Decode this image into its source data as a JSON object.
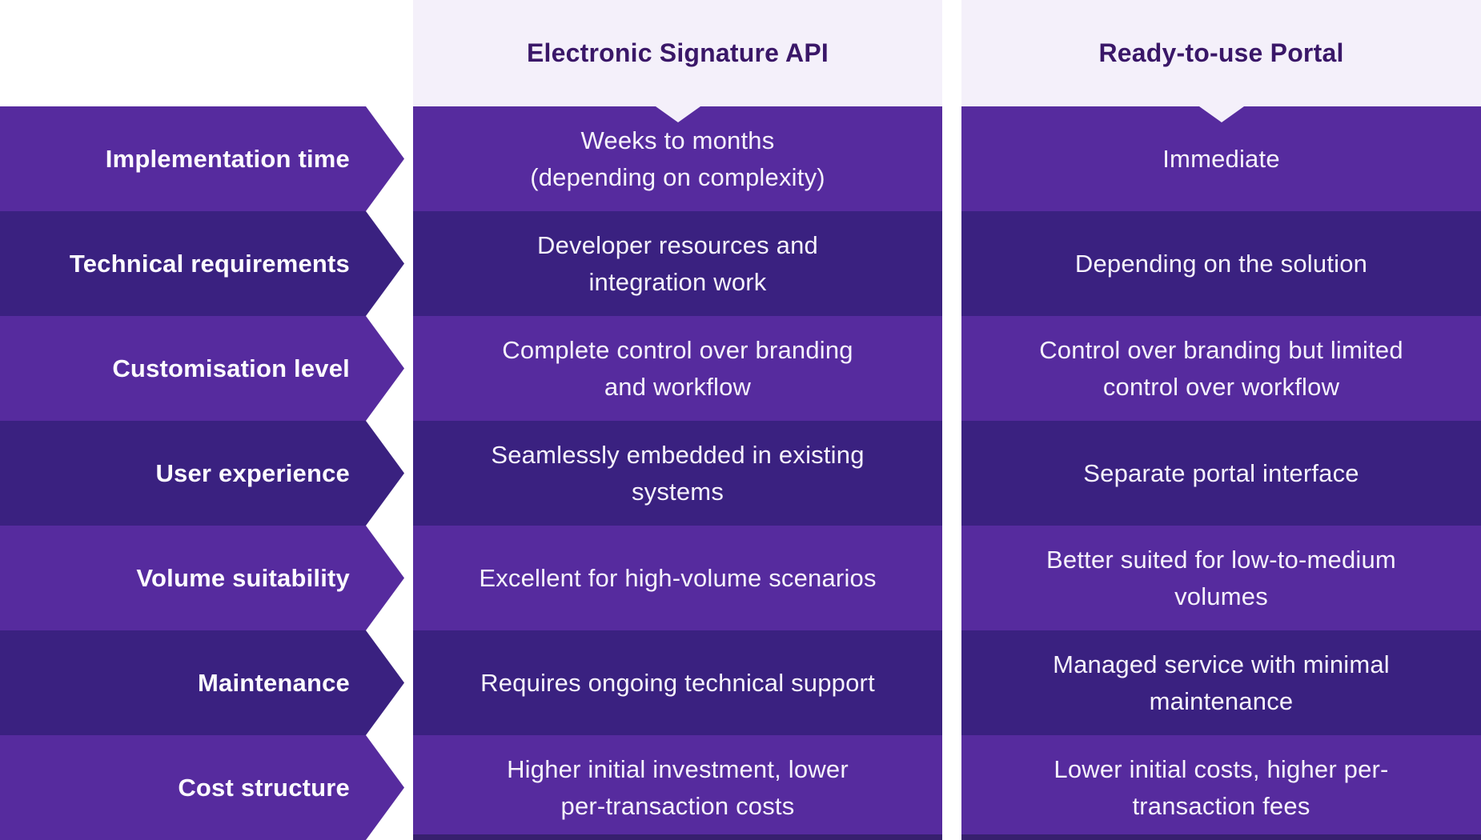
{
  "chart_data": {
    "type": "table",
    "title": "",
    "legend_position": "none",
    "columns": [
      {
        "header": "Electronic Signature API"
      },
      {
        "header": "Ready-to-use Portal"
      }
    ],
    "rows": [
      {
        "label": "Implementation time",
        "api": "Weeks to months\n(depending on complexity)",
        "portal": "Immediate"
      },
      {
        "label": "Technical requirements",
        "api": "Developer resources and\nintegration work",
        "portal": "Depending on the solution"
      },
      {
        "label": "Customisation level",
        "api": "Complete control over branding\nand workflow",
        "portal": "Control over branding but limited\ncontrol over workflow"
      },
      {
        "label": "User experience",
        "api": "Seamlessly embedded in existing\nsystems",
        "portal": "Separate portal interface"
      },
      {
        "label": "Volume suitability",
        "api": "Excellent for high-volume scenarios",
        "portal": "Better suited for low-to-medium\nvolumes"
      },
      {
        "label": "Maintenance",
        "api": "Requires ongoing technical support",
        "portal": "Managed service with minimal\nmaintenance"
      },
      {
        "label": "Cost structure",
        "api": "Higher initial investment, lower\nper-transaction costs",
        "portal": "Lower initial costs, higher per-\ntransaction fees"
      }
    ]
  },
  "colors": {
    "row-medium": "#562b9e",
    "row-dark": "#3a2180",
    "header-bg": "#f4f0fa",
    "header-text": "#3a1768",
    "cell-text": "#f6f2fc",
    "label-text": "#fcfaff",
    "bottom-edge": "#37206e",
    "page-bg": "#ffffff"
  }
}
